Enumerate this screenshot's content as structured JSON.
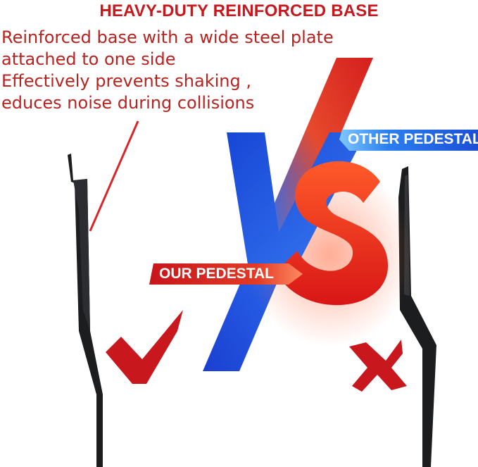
{
  "header": {
    "title": "HEAVY-DUTY REINFORCED BASE"
  },
  "description": {
    "lines": [
      "Reinforced base with a wide steel plate",
      "attached to one side",
      "Effectively prevents shaking ,",
      "educes noise during collisions"
    ]
  },
  "comparison": {
    "left_label": "OUR PEDESTAL",
    "right_label": "OTHER PEDESTAL",
    "center_glyphs": [
      "V",
      "S"
    ],
    "left_mark_icon": "checkmark-icon",
    "right_mark_icon": "x-mark-icon"
  },
  "colors": {
    "accent_red": "#c8181e",
    "text_red": "#b8221f",
    "vs_blue": "#1f4fd8",
    "vs_red": "#e8301a",
    "steel_black": "#1c1d1f"
  }
}
